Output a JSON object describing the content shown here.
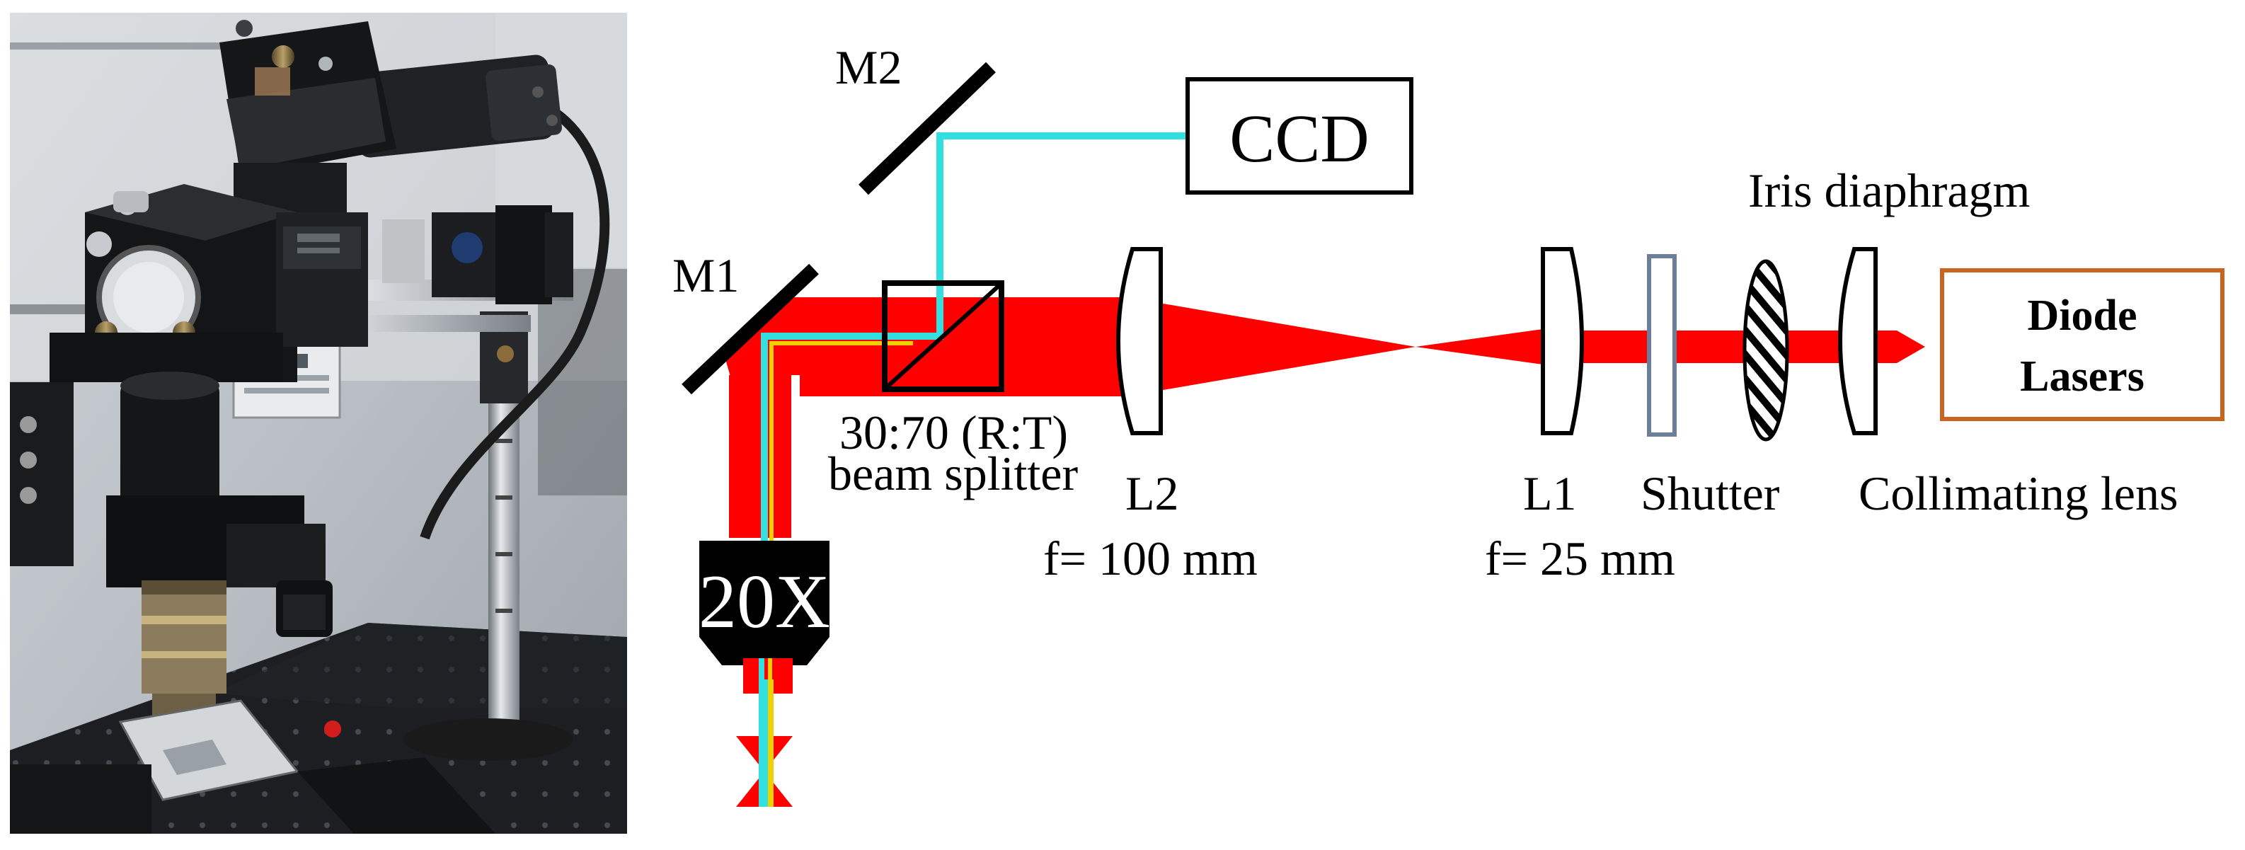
{
  "figure": {
    "photo": {
      "description_icon": "microscope-setup-photo"
    },
    "colors": {
      "laser": "#ff0000",
      "imaging_path": "#33e0e0",
      "reflected_path": "#f0d000",
      "diode_box_border": "#c8641e",
      "shutter_border": "#6b7f9a"
    },
    "labels": {
      "m2": "M2",
      "m1": "M1",
      "ccd": "CCD",
      "iris": "Iris diaphragm",
      "diode_line1": "Diode",
      "diode_line2": "Lasers",
      "splitter_line1": "30:70 (R:T)",
      "splitter_line2": "beam  splitter",
      "l2": "L2",
      "l2_focal": "f= 100 mm",
      "l1": "L1",
      "l1_focal": "f= 25 mm",
      "shutter": "Shutter",
      "collimating": "Collimating  lens",
      "objective": "20X"
    }
  }
}
